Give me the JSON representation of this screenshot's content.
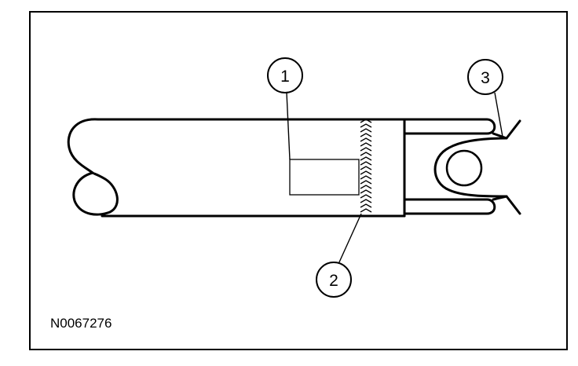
{
  "figure": {
    "id_label": "N0067276",
    "callouts": [
      {
        "number": "1",
        "target": "rectangular-window"
      },
      {
        "number": "2",
        "target": "serrated-edge"
      },
      {
        "number": "3",
        "target": "retaining-clip"
      }
    ]
  },
  "colors": {
    "line": "#000000",
    "background": "#ffffff"
  }
}
